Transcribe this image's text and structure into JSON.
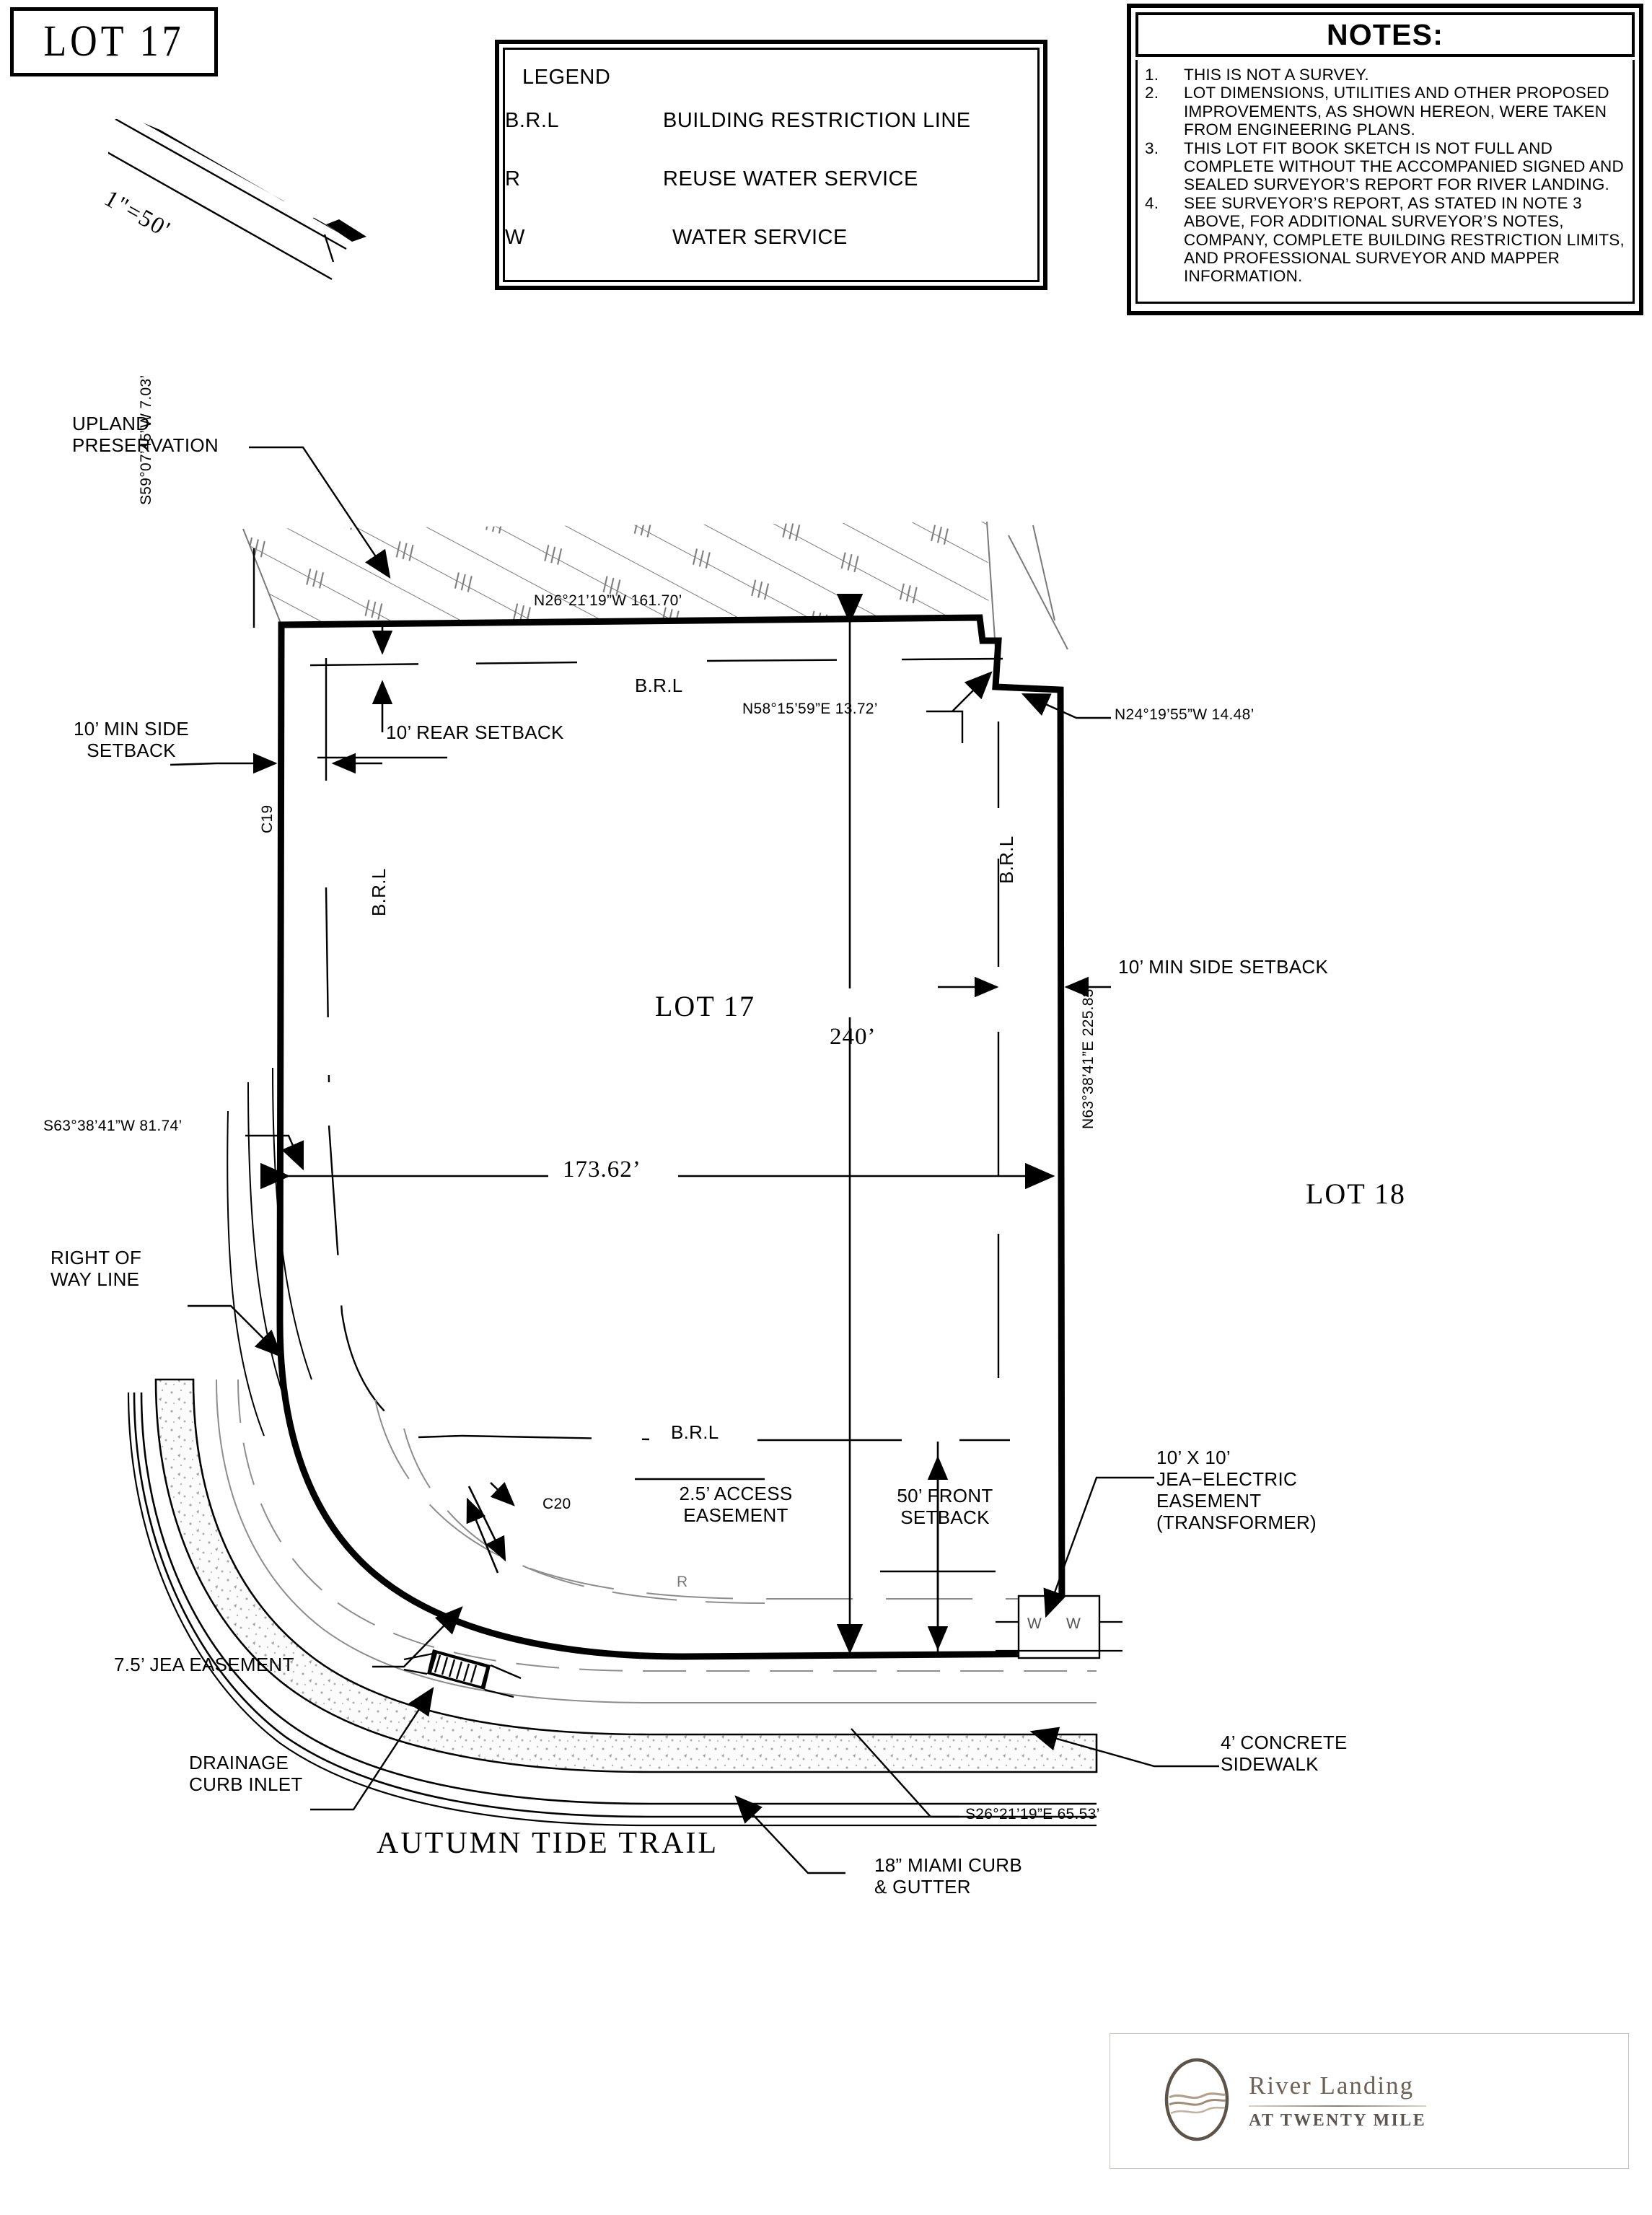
{
  "title_block": {
    "label": "LOT 17"
  },
  "scale_bar": {
    "label": "1\"=50'"
  },
  "legend": {
    "title": "LEGEND",
    "rows": [
      {
        "abbr": "B.R.L",
        "desc": "BUILDING RESTRICTION LINE"
      },
      {
        "abbr": "R",
        "desc": "REUSE WATER SERVICE"
      },
      {
        "abbr": "W",
        "desc": "WATER SERVICE"
      }
    ]
  },
  "notes": {
    "header": "NOTES:",
    "items": [
      {
        "num": "1.",
        "text": "THIS IS NOT A SURVEY."
      },
      {
        "num": "2.",
        "text": "LOT DIMENSIONS, UTILITIES AND OTHER PROPOSED IMPROVEMENTS, AS SHOWN HEREON, WERE TAKEN FROM ENGINEERING PLANS."
      },
      {
        "num": "3.",
        "text": "THIS LOT FIT BOOK SKETCH IS NOT FULL AND COMPLETE WITHOUT THE ACCOMPANIED SIGNED AND SEALED SURVEYOR’S REPORT FOR RIVER LANDING."
      },
      {
        "num": "4.",
        "text": "SEE SURVEYOR’S REPORT, AS STATED IN NOTE 3 ABOVE, FOR ADDITIONAL SURVEYOR’S NOTES, COMPANY, COMPLETE BUILDING RESTRICTION LIMITS, AND PROFESSIONAL SURVEYOR AND MAPPER INFORMATION."
      }
    ]
  },
  "map": {
    "lot_label": "LOT 17",
    "adjacent_lot_label": "LOT 18",
    "street_name": "AUTUMN TIDE TRAIL",
    "upland_preservation": "UPLAND\nPRESERVATION",
    "side_setback_left": "10’ MIN SIDE\nSETBACK",
    "side_setback_right": "10’ MIN SIDE SETBACK",
    "rear_setback": "10’ REAR SETBACK",
    "front_setback": "50’ FRONT\nSETBACK",
    "right_of_way": "RIGHT OF\nWAY LINE",
    "access_easement": "2.5’ ACCESS\nEASEMENT",
    "jea_easement": "7.5’ JEA EASEMENT",
    "jea_electric_easement": "10’ X 10’\nJEA−ELECTRIC\nEASEMENT\n(TRANSFORMER)",
    "drainage_curb_inlet": "DRAINAGE\nCURB INLET",
    "concrete_sidewalk": "4’ CONCRETE\nSIDEWALK",
    "miami_curb": "18” MIAMI CURB\n& GUTTER",
    "brl_label": "B.R.L",
    "curve_c19": "C19",
    "curve_c20": "C20",
    "reuse_marker": "R",
    "water_marker_1": "W",
    "water_marker_2": "W",
    "bearings": {
      "north": "N26°21’19”W 161.70’",
      "northwest_short": "S59°07’45”W 7.03’",
      "north_jog": "N58°15’59”E 13.72’",
      "northeast_jog": "N24°19’55”W 14.48’",
      "east": "N63°38’41”E 225.83’",
      "west": "S63°38’41”W 81.74’",
      "south": "S26°21’19”E 65.53’"
    },
    "dimensions": {
      "depth": "240’",
      "width": "173.62’"
    }
  },
  "logo": {
    "name": "River Landing",
    "subtitle": "AT TWENTY MILE"
  },
  "colors": {
    "ink": "#000000",
    "paper": "#ffffff",
    "concrete_fill": "#e8e8e8",
    "logo_brown": "#6d6257"
  }
}
